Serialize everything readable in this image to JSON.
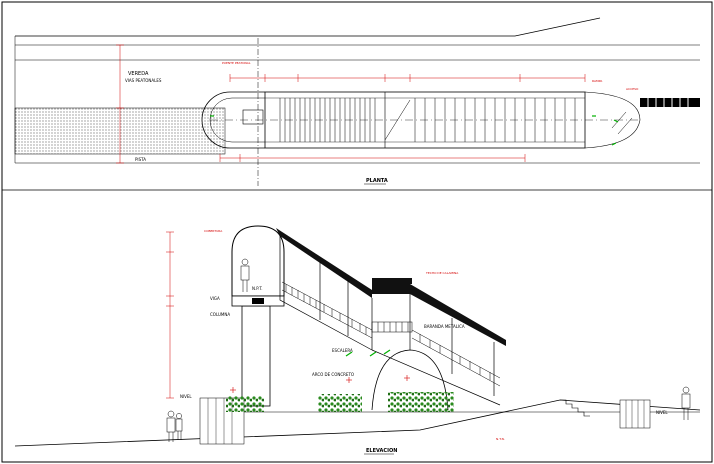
{
  "plan": {
    "road_label": "VEREDA",
    "road_sublabel": "VIAS PEATONALES",
    "sidewalk_label": "PISTA",
    "bridge_label": "PUENTE PEATONAL",
    "ramp_label": "RAMPA",
    "access_label": "ACCESO",
    "view_title": "PLANTA"
  },
  "elevation": {
    "roof_label": "TECHO DE CALAMINA",
    "cover_label": "COBERTURA",
    "column_label": "COLUMNA",
    "railing_label": "BARANDA METALICA",
    "beam_label": "VIGA",
    "stair_label": "ESCALERA",
    "ground_label": "N.T.N.",
    "level_label": "NIVEL",
    "arch_label": "ARCO DE CONCRETO",
    "npt_label": "N.P.T.",
    "view_title": "ELEVACION"
  },
  "colors": {
    "line": "#000000",
    "dim": "#d40000",
    "dim_text": "#cc0000",
    "green": "#00b000",
    "vegetation": "#2a8a1e"
  }
}
